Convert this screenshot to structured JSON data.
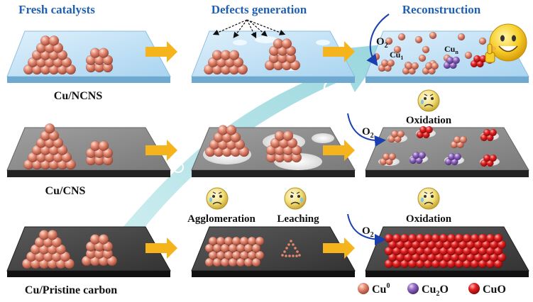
{
  "headings": {
    "col1": "Fresh catalysts",
    "col2": "Defects generation",
    "col3": "Reconstruction"
  },
  "rows": {
    "row1_label": "Cu/NCNS",
    "row2_label": "Cu/CNS",
    "row3_label": "Cu/Pristine carbon"
  },
  "annotations": {
    "o2": "O",
    "o2_sub": "2",
    "cu1": "Cu",
    "cu1_sub": "1",
    "cun": "Cu",
    "cun_sub": "n",
    "oxidation": "Oxidation",
    "agglomeration": "Agglomeration",
    "leaching": "Leaching"
  },
  "legend": {
    "cu0": "Cu",
    "cu0_sup": "0",
    "cu2o": "Cu",
    "cu2o_sub": "2",
    "cu2o_tail": "O",
    "cuo": "CuO"
  },
  "colors": {
    "heading_blue": "#1f5fb4",
    "cu0": "#e07e6a",
    "cu2o": "#8c5fb8",
    "cuo": "#e01818",
    "substrate_ncns": "#bfe0f4",
    "substrate_cns": "#8a8a8a",
    "substrate_pristine": "#444444",
    "process_arrow": "#f6b41c",
    "big_arrow": "#9fd9de"
  }
}
